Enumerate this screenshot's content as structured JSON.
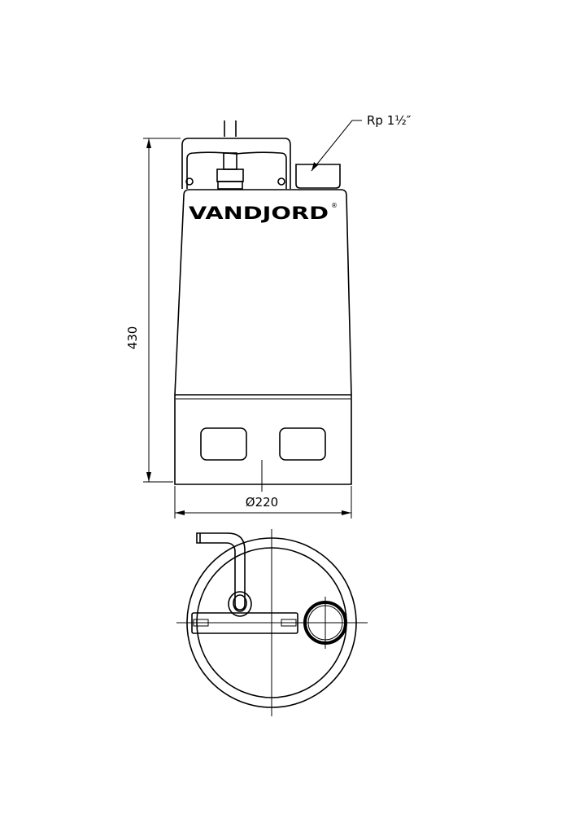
{
  "drawing": {
    "height_label": "430",
    "diameter_label": "Ø220",
    "outlet_label": "Rp 1½″",
    "logo_text": "VANDJORD",
    "logo_mark": "®"
  },
  "colors": {
    "line": "#000000",
    "background": "#ffffff"
  }
}
